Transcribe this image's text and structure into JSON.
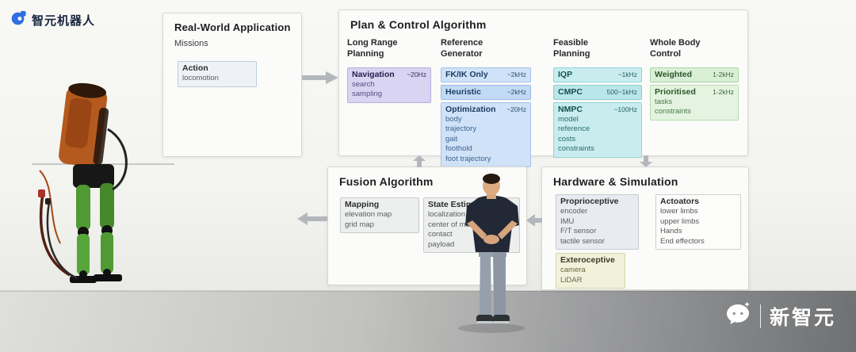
{
  "logo": {
    "brand": "智元机器人"
  },
  "watermark": {
    "brand": "新智元"
  },
  "real_world": {
    "title": "Real-World Application",
    "subtitle": "Missions",
    "action": {
      "name": "Action",
      "items": [
        "locomotion"
      ]
    }
  },
  "plan_control": {
    "title": "Plan & Control Algorithm",
    "long_range": {
      "title": "Long Range Planning",
      "navigation": {
        "name": "Navigation",
        "rate": "~20Hz",
        "items": [
          "search",
          "sampling"
        ]
      }
    },
    "reference_generator": {
      "title": "Reference Generator",
      "fkik": {
        "name": "FK/IK Only",
        "rate": "~2kHz"
      },
      "heuristic": {
        "name": "Heuristic",
        "rate": "~2kHz"
      },
      "optimization": {
        "name": "Optimization",
        "rate": "~20Hz",
        "items": [
          "body",
          "trajectory",
          "gait",
          "foothold",
          "foot trajectory"
        ]
      }
    },
    "feasible_planning": {
      "title": "Feasible Planning",
      "iqp": {
        "name": "IQP",
        "rate": "~1kHz"
      },
      "cmpc": {
        "name": "CMPC",
        "rate": "500~1kHz"
      },
      "nmpc": {
        "name": "NMPC",
        "rate": "~100Hz",
        "items": [
          "model",
          "reference",
          "costs",
          "constraints"
        ]
      }
    },
    "whole_body": {
      "title": "Whole Body Control",
      "weighted": {
        "name": "Weighted",
        "rate": "1-2kHz"
      },
      "prioritised": {
        "name": "Prioritised",
        "rate": "1-2kHz",
        "items": [
          "tasks",
          "constraints"
        ]
      }
    }
  },
  "fusion": {
    "title": "Fusion Algorithm",
    "mapping": {
      "name": "Mapping",
      "items": [
        "elevation map",
        "grid map"
      ]
    },
    "state_estimation": {
      "name": "State Estimation",
      "items": [
        "localization",
        "center of mass",
        "contact",
        "payload"
      ]
    }
  },
  "hardware": {
    "title": "Hardware & Simulation",
    "proprioceptive": {
      "name": "Proprioceptive",
      "items": [
        "encoder",
        "IMU",
        "F/T sensor",
        "tactile sensor"
      ]
    },
    "exteroceptive": {
      "name": "Exteroceptive",
      "items": [
        "camera",
        "LiDAR"
      ]
    },
    "actuators": {
      "name": "Actoators",
      "items": [
        "lower limbs",
        "upper limbs",
        "Hands",
        "End effectors"
      ]
    }
  },
  "colors": {
    "accent_purple": "#d8d4f1",
    "accent_blue": "#cfe2f7",
    "accent_teal": "#c9edef",
    "accent_green": "#d9efd6",
    "arrow": "#b3b6bb",
    "logo_blue": "#2e6fe2"
  }
}
